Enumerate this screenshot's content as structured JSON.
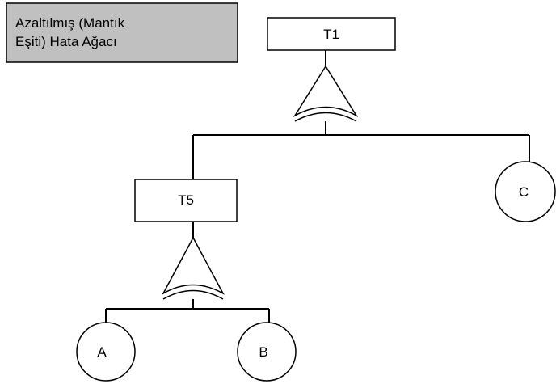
{
  "diagram": {
    "title_lines": [
      "Azaltılmış (Mantık",
      "Eşiti) Hata Ağacı"
    ],
    "nodes": {
      "top": {
        "label": "T1",
        "kind": "event-box"
      },
      "intermediate": {
        "label": "T5",
        "kind": "event-box"
      },
      "basic_a": {
        "label": "A",
        "kind": "basic-event"
      },
      "basic_b": {
        "label": "B",
        "kind": "basic-event"
      },
      "basic_c": {
        "label": "C",
        "kind": "basic-event"
      }
    },
    "gates": [
      {
        "id": "gate-t1",
        "type": "OR",
        "output": "T1",
        "inputs": [
          "T5",
          "C"
        ]
      },
      {
        "id": "gate-t5",
        "type": "OR",
        "output": "T5",
        "inputs": [
          "A",
          "B"
        ]
      }
    ]
  }
}
